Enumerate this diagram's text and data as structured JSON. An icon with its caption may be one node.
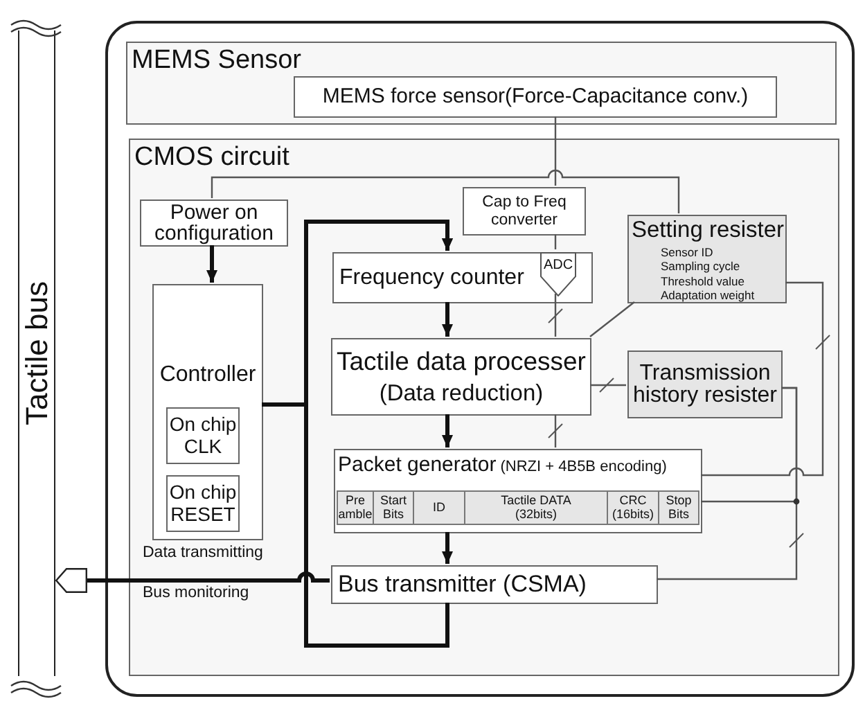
{
  "diagram": {
    "nodes": [
      {
        "text": [
          "Tactile bus"
        ]
      },
      {
        "text": [
          "MEMS Sensor"
        ]
      },
      {
        "text": [
          "MEMS force sensor(Force-Capacitance conv.)"
        ],
        "in": 1
      },
      {
        "text": [
          "CMOS circuit"
        ]
      },
      {
        "text": [
          "Power on configuration"
        ],
        "in": 3
      },
      {
        "text": [
          "Cap to Freq converter"
        ],
        "in": 3
      },
      {
        "text": [
          "Setting resister",
          "Sensor ID",
          "Sampling cycle",
          "Threshold value",
          "Adaptation weight"
        ],
        "in": 3
      },
      {
        "text": [
          "Frequency counter"
        ],
        "in": 3
      },
      {
        "text": [
          "ADC"
        ],
        "in": 7
      },
      {
        "text": [
          "Tactile data processer",
          "(Data reduction)"
        ],
        "in": 3
      },
      {
        "text": [
          "Transmission history resister"
        ],
        "in": 3
      },
      {
        "text": [
          "Controller"
        ],
        "in": 3
      },
      {
        "text": [
          "On chip CLK"
        ],
        "in": 11
      },
      {
        "text": [
          "On chip RESET"
        ],
        "in": 11
      },
      {
        "text": [
          "Packet generator",
          "(NRZI + 4B5B encoding)",
          "Pre amble",
          "Start Bits",
          "ID",
          "Tactile DATA (32bits)",
          "CRC (16bits)",
          "Stop Bits"
        ],
        "in": 3
      },
      {
        "text": [
          "Bus transmitter (CSMA)"
        ],
        "in": 3
      },
      {
        "text": [],
        "shape": "pentagon"
      }
    ],
    "edges": [
      {
        "from": 2,
        "to": 5,
        "arrow": "none"
      },
      {
        "from": 4,
        "to": 6,
        "arrow": "none"
      },
      {
        "from": 4,
        "to": 11,
        "arrow": "to",
        "style": "thick"
      },
      {
        "from": 5,
        "to": 8,
        "arrow": "none"
      },
      {
        "from": 8,
        "to": 9,
        "arrow": "none"
      },
      {
        "from": 7,
        "to": 9,
        "arrow": "to",
        "style": "thick"
      },
      {
        "from": 6,
        "to": 9,
        "arrow": "none"
      },
      {
        "from": 9,
        "to": 10,
        "arrow": "none"
      },
      {
        "from": 9,
        "to": 14,
        "arrow": "to",
        "style": "thick"
      },
      {
        "from": 9,
        "to": 14,
        "arrow": "none"
      },
      {
        "from": 11,
        "to": 7,
        "arrow": "to",
        "style": "thick"
      },
      {
        "from": 15,
        "to": 7,
        "arrow": "to",
        "style": "thick"
      },
      {
        "from": 14,
        "to": 15,
        "arrow": "to",
        "style": "thick"
      },
      {
        "from": 15,
        "to": 16,
        "arrow": "none",
        "style": "thick"
      },
      {
        "from": 6,
        "to": 14,
        "arrow": "none"
      },
      {
        "from": 10,
        "to": 14,
        "arrow": "none"
      },
      {
        "from": 10,
        "to": 15,
        "arrow": "none"
      }
    ],
    "labels": [
      "Data transmitting",
      "Bus monitoring"
    ]
  }
}
